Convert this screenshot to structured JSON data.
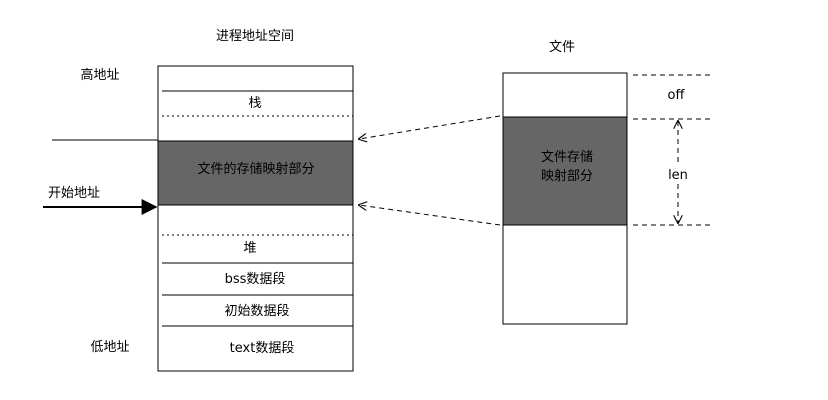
{
  "process": {
    "title": "进程地址空间",
    "high_address": "高地址",
    "low_address": "低地址",
    "start_address": "开始地址",
    "segments": {
      "stack": "栈",
      "mapped": "文件的存储映射部分",
      "heap": "堆",
      "bss": "bss数据段",
      "init_data": "初始数据段",
      "text": "text数据段"
    }
  },
  "file": {
    "title": "文件",
    "mapped_line1": "文件存储",
    "mapped_line2": "映射部分",
    "off_label": "off",
    "len_label": "len"
  },
  "colors": {
    "mapped_fill": "#666666",
    "stroke": "#000000",
    "background": "#ffffff"
  }
}
